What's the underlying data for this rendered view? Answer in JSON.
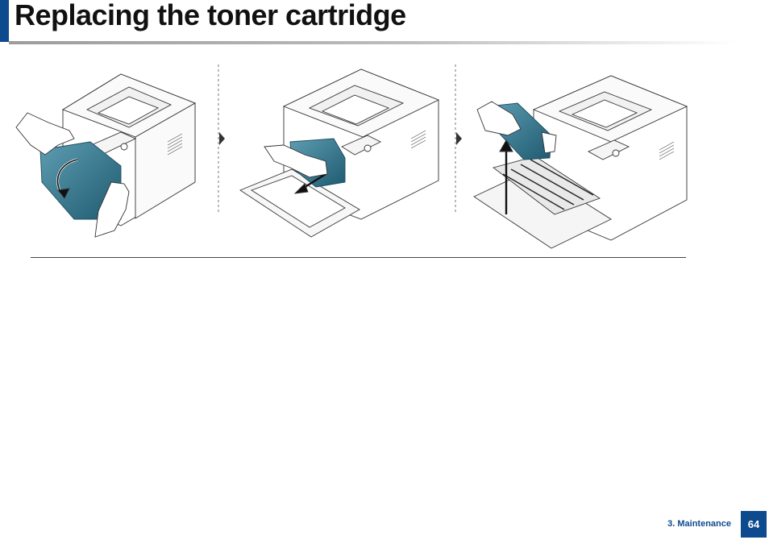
{
  "page": {
    "title": "Replacing the toner cartridge",
    "section_label": "3. Maintenance",
    "page_number": "64"
  },
  "figure": {
    "steps": [
      "open-front-cover",
      "remove-waste-toner-container",
      "lift-toner-cartridge-out"
    ],
    "accent_color": "#2f6f87"
  },
  "colors": {
    "brand": "#0d4a8e",
    "title_text": "#111111"
  }
}
